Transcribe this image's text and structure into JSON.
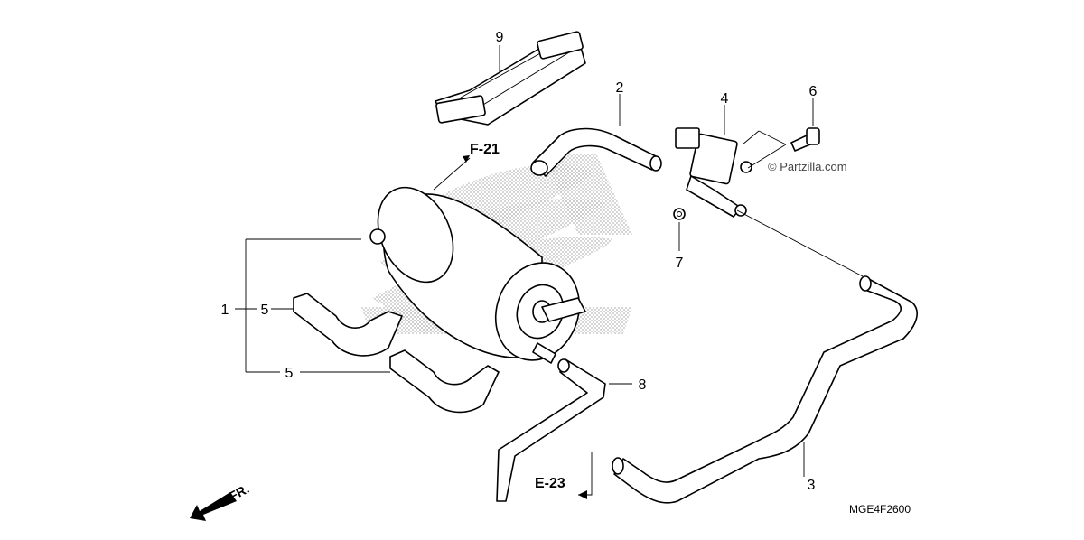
{
  "diagram": {
    "callouts": {
      "c1": "1",
      "c2": "2",
      "c3": "3",
      "c4": "4",
      "c5a": "5",
      "c5b": "5",
      "c6": "6",
      "c7": "7",
      "c8": "8",
      "c9": "9"
    },
    "refs": {
      "f21": "F-21",
      "e23": "E-23"
    },
    "watermark": "© Partzilla.com",
    "diagram_code": "MGE4F2600",
    "direction_label": "FR.",
    "colors": {
      "line": "#000000",
      "background": "#ffffff",
      "logo_dots": "#bbbbbb"
    }
  }
}
